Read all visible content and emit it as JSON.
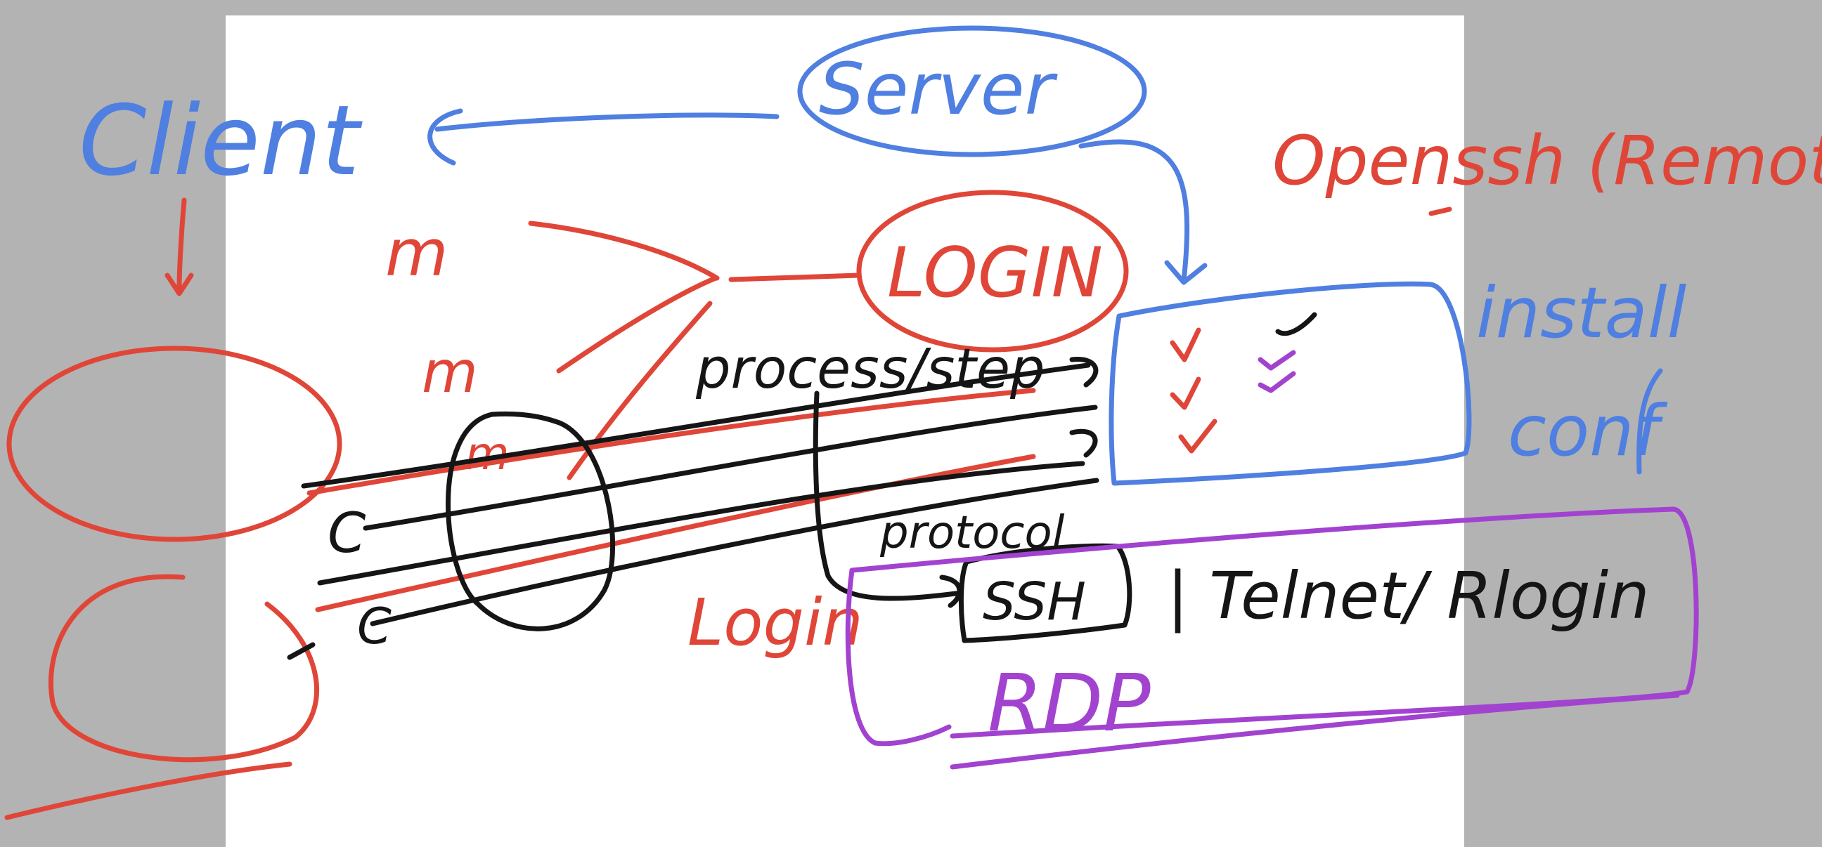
{
  "colors": {
    "blue": "#4f7fe0",
    "red": "#e04638",
    "black": "#151515",
    "purple": "#a243d0",
    "page": "#ffffff",
    "backdrop": "#b3b3b3"
  },
  "labels": {
    "client": "Client",
    "server": "Server",
    "openssh": "Openssh (Remote)",
    "install": "install",
    "conf": "conf",
    "login_circle": "LOGIN",
    "m1": "m",
    "m2": "m",
    "process_step": "process/step",
    "c1": "C",
    "c2": "C",
    "login": "Login",
    "protocol": "protocol",
    "ssh": "SSH",
    "telnet_rlogin": "| Telnet/ Rlogin",
    "rdp": "RDP"
  }
}
